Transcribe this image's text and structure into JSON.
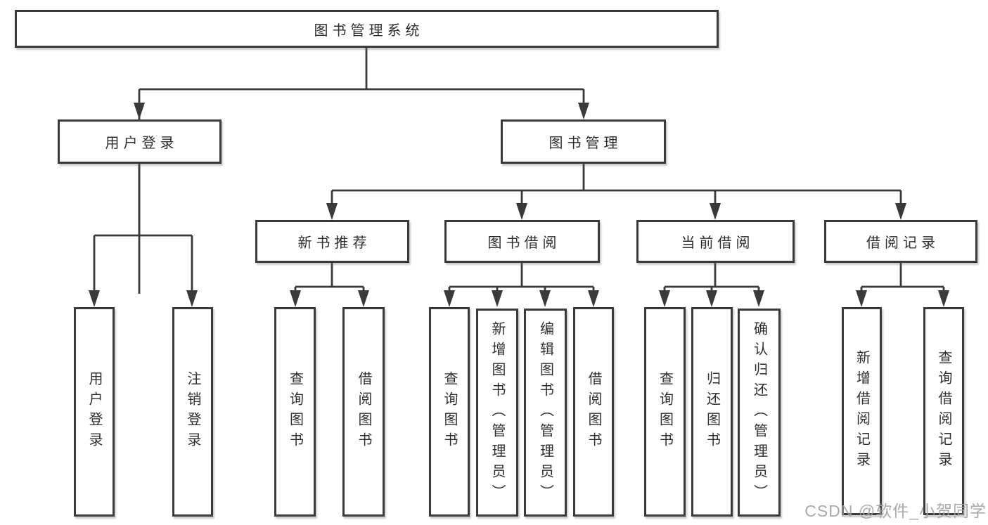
{
  "diagram": {
    "root": {
      "label": "图书管理系统"
    },
    "branches": [
      {
        "label": "用户登录",
        "children": [
          {
            "label": "用户登录"
          },
          {
            "label": "注销登录"
          }
        ]
      },
      {
        "label": "图书管理",
        "children": [
          {
            "label": "新书推荐",
            "children": [
              {
                "label": "查询图书"
              },
              {
                "label": "借阅图书"
              }
            ]
          },
          {
            "label": "图书借阅",
            "children": [
              {
                "label": "查询图书"
              },
              {
                "label": "新增图书（管理员）"
              },
              {
                "label": "编辑图书（管理员）"
              },
              {
                "label": "借阅图书"
              }
            ]
          },
          {
            "label": "当前借阅",
            "children": [
              {
                "label": "查询图书"
              },
              {
                "label": "归还图书"
              },
              {
                "label": "确认归还（管理员）"
              }
            ]
          },
          {
            "label": "借阅记录",
            "children": [
              {
                "label": "新增借阅记录"
              },
              {
                "label": "查询借阅记录"
              }
            ]
          }
        ]
      }
    ]
  },
  "watermark": {
    "text": "CSDN @软件_小贺同学"
  },
  "colors": {
    "line": "#3a3a3a",
    "text": "#2e2e2e",
    "watermark": "#a3a3a3",
    "background": "#ffffff"
  }
}
